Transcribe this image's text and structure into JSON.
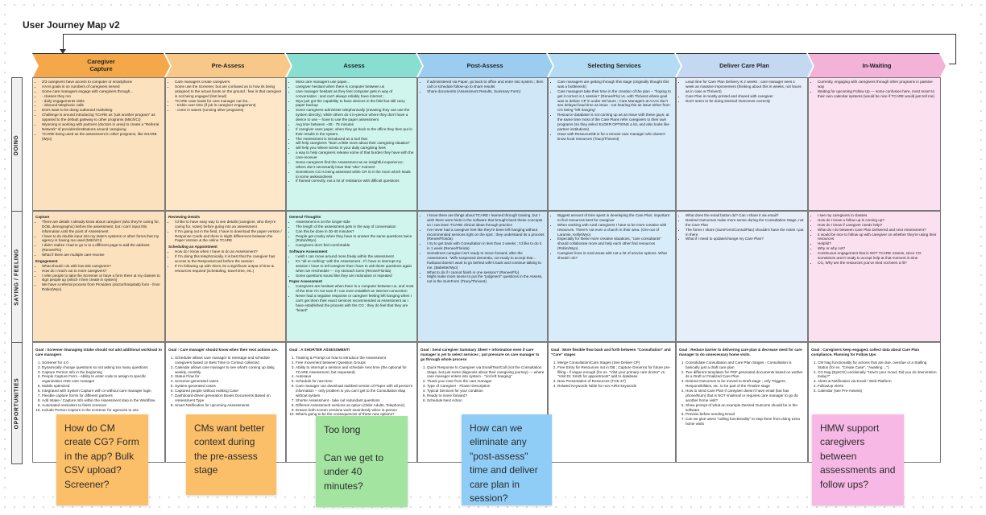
{
  "title": "User Journey Map v2",
  "row_labels": [
    "DOING",
    "SAYING / FEELING",
    "OPPORTUNITIES"
  ],
  "colors": {
    "capture": "#fbe1bd",
    "capture_head": "#f4a84a",
    "preassess": "#fde7c8",
    "preassess_head": "#f8c888",
    "assess": "#cff5ec",
    "assess_head": "#88ded0",
    "postassess": "#cfe7f7",
    "postassess_head": "#9ccdf0",
    "selecting": "#d9ecf9",
    "selecting_head": "#b4dbf4",
    "deliver": "#e6eefa",
    "deliver_head": "#c5d8f2",
    "inwaiting": "#fbe0f0",
    "inwaiting_head": "#f3b2d8"
  },
  "phases": [
    {
      "name": "Caregiver\nCapture",
      "doing": [
        "2/3 caregivers have access to computer or smartphone",
        "AAAs goals is on numbers of caregivers served",
        "Some care managers engage with caregivers through...",
        "- classes they run",
        "- daily engagements visits",
        "- inbound telephonic calls",
        "Don't want to be doing outbound marketing",
        "Challenge is around introducing TCARE as \"just another program\" as opposed to the default gateway to other programs (Mitch/CI)",
        "Wyoming is working with partners (doctors in area) to create a \"Referral Network\" of providers/institutions around caregiving",
        "TCARE being used as the assessment in other programs, like SHARE (Wyo)"
      ],
      "saying": [
        {
          "head": "Capture",
          "items": [
            "There are details I already know about caregiver (who they're caring for, DOB, demographic) before the assessment, but I can't input this information until the point of Assessment",
            "I have to do double input into my state's systems or other forms that my agency is having me used (Mitch/CI)",
            "I didn't realize I had to go in to a different page to add the address (Renee/Flo)",
            "What if there are multiple care-receive"
          ]
        },
        {
          "head": "Engagement",
          "items": [
            "What should I do with low-risk caregivers?",
            "How do I reach out to more caregivers?",
            "I refer people to take the Screener or have a form there at my classes to sign people up (which I then create in system)",
            "We have a referral process from Providers (doctor/hospitals) form - from Robin(Wyo)"
          ]
        }
      ],
      "goal": "Goal : Screener /managing intake should not add additional workload to care managers",
      "opps": [
        "Screener for 4.0",
        "Dynamically change questions so not asking too many questions",
        "Capture Person Info in the beginning",
        "People Capture Form - Ability to enter code to assign to specific organization AND care manager",
        "Mobile optimized",
        "Integrated with System Capture with or without care manager login",
        "Flexible capture forms for different partners",
        "Add Intake / Capture Info within the Assessment step in the Workflow",
        "Automated reminders to finish screener",
        "Include Person Capture in the screener for agencies to use"
      ]
    },
    {
      "name": "Pre-Assess",
      "doing": [
        "Care managers create caregivers",
        "Some use the Screener, but are confused as to how its being assigned to the actual boots on the ground ; fear is that caregiver is not being engaged (lost lead)",
        "TCARE case loads for care manager can be...",
        "- trickle over time (if job is caregiver engagement)",
        "- come in waves (running other programs)"
      ],
      "saying": [
        {
          "head": "Reviewing Details",
          "items": [
            "I'd like to have easy way to see details (caregiver, who they're caring for, notes) before going into an assessment",
            "If I'm going out in the field, I have to download the paper version / Response Cards and there is slight differences between the Paper Version & the online TCARE"
          ]
        },
        {
          "head": "Scheduling an Appointment",
          "items": [
            "How do I know when I have to do an Assessment?",
            "If I'm doing this telephonically, it is best that the caregiver has access to the ResponseCard before the session",
            "If I'm following up with client, its a significant output of time & resources required (scheduling, travel time, etc.)"
          ]
        }
      ],
      "goal": "Goal : Care manager should know when their next actions are.",
      "opps": [
        "Scheduler allows care manager to message and schedule caregivers based on Best Time to Contact collected",
        "Calendar allows care manager to see what's coming up daily, weekly, monthly",
        "Status Flow for",
        "Screener-generated cases",
        "System-generated cases",
        "Captured people without existing Case",
        "Dashboard-driven generation Boxes Documents Based on Assessment Type",
        "Smart Notification for upcoming Assessments"
      ]
    },
    {
      "name": "Assess",
      "doing": [
        "Most care managers use paper...",
        "caregiver hesitant when there is computer between us",
        "care manager hesitant as they feel computer gets in way of conversation ; and can't always reliably have internet ;",
        "Wyo just got the capability to have devices in the field but still carry paper backup",
        "Some caregivers administer telephonically (meaning they can use the system directly), while others do it in-person where they don't have a device to use -- have to use the paper assessment",
        "Avg time between ~35 - 75 minutes",
        "If caregiver uses paper, when they go back to the office they then put in their results in the system.",
        "The Assessment is introduced as a tool that",
        "will help caregivers \"learn a little more about their caregiving situation\"",
        "will help you relieve stress in your daily caregiving lives",
        "a way to help caregivers release some of that burden they have with the care-receiver",
        "Some caregivers find the Assessment as an insightful experience; others don't necessarily have that \"aha\" moment",
        "Sometimes CG is being assessed while CR is in the room which leads to some awkwardness",
        "If framed correctly, not a lot of resistance with difficult questions"
      ],
      "saying": [
        {
          "head": "General Thoughts",
          "items": [
            "Assessment is on the longer-side",
            "The length of the assessment gets in the way of conversation",
            "Can this be done in 30-40 minutes?",
            "People get cranky when they have to answer the same questions twice (Robin/Wyo)",
            "Caregivers don't feel comfortable"
          ]
        },
        {
          "head": "Software Assessment",
          "items": [
            "I wish I can move around more freely within the assessment",
            "It's \"all-or-nothing\" with the Assessment ; If I have to interrupt my session I have to tell caregiver that I have to ask these questions again when we reschedule --- my stomach turns (Renee/Florida)",
            "Some questions sound like they are redundant or repeated"
          ]
        },
        {
          "head": "Paper Assessment",
          "items": [
            "Caregivers are hesitant when there is a computer between us, and most of the time I'm not sure if I can even establish an internet connection",
            "Never had a negative response or caregiver feeling left hanging when I can't get them their exact services recommended at Assessment as I have established the process with the CG ; they do feel that they are \"heard\""
          ]
        }
      ],
      "goal": "Goal : A SHORTER ASSESSMENT!",
      "opps": [
        "Training & Prompt on how to introduce the Assessment",
        "Free movement between Question Groups",
        "Ability to interrupt a session and schedule next time (the optional for TCARE Assessment, but requested)",
        "Autosave",
        "Schedule for next time",
        "Care manager can download stubbed version of Paper with all person's information -- only problem is you can't get to the Consultation Map without system",
        "Shorter Assessment - take out redundant questions",
        "Different Assessment versions as option (Older Adults, Telephonic)",
        "Ensure both screen versions work seamlessly when in-person",
        "What's going to be the consequences of these new options?"
      ]
    },
    {
      "name": "Post-Assess",
      "doing": [
        "If administered via Paper, go back to office and enter into system ; then call or schedule follow-up to share results",
        "Share documents (Assessment Results, Summary Form)"
      ],
      "saying": [
        {
          "head": "",
          "items": [
            "I know there are things about TCARE I learned through training, but I wish there were hints in the software that brought back these concepts so I can learn TCARE clinical ideas through practice",
            "I've never had a caregiver feel like they're been left-hanging without recommended services right on the spot ; they understand its a process (Renee/Florida)",
            "I try to get back with Consultation in less than 2 weeks ; I'd like to do it in 1 week (Renee/Florida)",
            "Sometimes caregiver isn't ready to move forward, after the Assessment. \"Wife suspected dementia, not ready to accept that... husband doesn't want to go behind wife's back and continue talking to me. (Babette/Wyo)",
            "What to do if I cannot finish in one session? (Renee/Flo)",
            "Might make more sense to put the \"judgment\" questions in the Assess, not in the SumForm (Tracy/Thrivent)"
          ]
        }
      ],
      "goal": "Goal : Send caregiver Summary Sheet + information even if care manager is yet to select services ; put pressure on care manager to go through whole process",
      "opps": [
        "Quick Response to Caregiver via Email/Text/Call (not the Consultation Stage, but just some diagnosis about their caregiving journey) --- where care manager enters into system - \"not left hanging\"",
        "Thank you! note from the care manager",
        "Type of Caregiver - Flower Description",
        "Typical Services for your condition",
        "Ready to move forward?",
        "Schedule Next Action"
      ]
    },
    {
      "name": "Selecting Services",
      "doing": [
        "Care managers are getting through this stage (originally thought this was a bottleneck)",
        "Care managers take their time in the creation of the plan -- \"hoping to get it correct in 1 session\" (Renee/Flo) vs. with Thrivent where goal was to deliver CP in under 48 hours ; Care Managers at AAAs don't see delayed lead time as issue - not hearing this as issue either from CG being \"left hanging\"",
        "Resource database is not coming up as an issue with these guys; at the same time most of the Care Plans refer caregivers to their own programs (so they select ELDER OPTIONS a lot, and also looks like partner institutions)",
        "Issue with ResourceDB is for a remote care manager who doesn't know local resources (Tracy/Thrivent)"
      ],
      "saying": [
        {
          "head": "",
          "items": [
            "Biggest amount of time spent in developing the Care Plan; important to find resources best for caregiver",
            "When working with rural caregivers I have to be more creative with resources. There's not even a church in their area. (Ore-out of Laramie, Kelly/Wyo)",
            "Especially for these more creative situations, \"care consultants\" should collaborate more and help each other find resources (Robin/Wyo)",
            "Caregiver lives in rural areas with not a lot of service options. What should I do?"
          ]
        }
      ],
      "goal": "Goal : More flexible flow back and forth between \"Consultation\" and \"Care\" stages",
      "opps": [
        "Merge Consultation/Care Stages (See Deliver CP)",
        "Free Entry for Resources not in DB ; Capture Generics for future pre-filling - if vague enough (for ex. \"Visit your primary care doctor\" vs. \"Visit Dr. Smith for appointment\" add to database",
        "New Presentation of Resources (TCE-47)",
        "Related Keywords Table for non-AIRS keywords"
      ]
    },
    {
      "name": "Deliver Care Plan",
      "doing": [
        "Lead time for Care Plan Delivery is 2 weeks ; care manager sees 1 week as massive improvement (thinking about this in weeks, not hours as in case w Thrivent)",
        "Care Plan is mostly printed and shared with caregiver",
        "Don't seem to be doing Desired Outcomes correctly"
      ],
      "saying": [
        {
          "head": "",
          "items": [
            "What does the email button do? Can I share it via email?",
            "Desired Outcomes make more sense during the Consultation Stage, not the Care Plan",
            "The forms I share (SumForm/ConsulPlan) shouldn't have the notes I put in there",
            "What if I need to update/change my Care Plan?"
          ]
        }
      ],
      "goal": "Goal : Reduce barrier to delivering care plan & decrease need for care manager to do unnecessary home visits.",
      "opps": [
        "Consolidate Consultation and Care Plan Stages - Consultation is basically just a draft care plan",
        "Two different templates for PDF generated documents based on wether its a Draft or Finalized Care Plan",
        "Desired Outcomes to be moved to Draft stage ; only Triggers, Responsibilities, etc. to be part of the Finalize stage",
        "How to send Care Plan if caregiver doesn't have email (but has phone/Num) that is NOT snailmail or requires care manager to go do another home visit?",
        "Show prompt of what an example Desired Outcome should be in the software",
        "Preview before sending Email",
        "Can we give users \"calling functionality\" to stop them from doing extra home visits"
      ]
    },
    {
      "name": "In-Waiting",
      "doing": [
        "Currently, engaging with caregivers through other programs in passive way",
        "Waiting for upcoming Follow Up --- some confusion here, most resort to their own calendar systems (would be nice if TCARE would just tell me)"
      ],
      "saying": [
        {
          "head": "",
          "items": [
            "I see my caregivers in classes",
            "How do I know a follow up is coming up?",
            "How do I know if caregiver needs help?",
            "What do I do between Care Plan Delivered and next Assessment?",
            "It would be nice to follow up with caregiver on whether they're using their resources",
            "Helpful?",
            "Why or why not?",
            "Continuous engagement that is NOT TCARE Assess, since CG sometimes aren't ready to accept help at that moment in time",
            "CG, Why are the resources you've tried not been a fit?"
          ]
        }
      ],
      "goal": "Goal : Caregivers keep engaged, collect data about Care Plan compliance, Planning for Follow Ups",
      "opps": [
        "CM Nag functionality for actions that are due, overdue or a Stalling Status (for ex. \"Create Case\", \"Awaiting ...\")",
        "CG Nag (EpsCG) uncitionally \"How's your mood, Did you do intervention today?\"",
        "Alerts & Notification via Email / Web Platform",
        "FollowUp Alerts",
        "Calendar (see Pre-Assess)"
      ]
    }
  ],
  "stickies": [
    {
      "text": "How do CM create CG? Form in the app? Bulk CSV upload? Screener?",
      "color": "#fbbf6a"
    },
    {
      "text": "CMs want better context during the pre-assess stage",
      "color": "#fbbf6a"
    },
    {
      "text": "Too long\n\nCan we get to under 40 minutes?",
      "color": "#a3e4a0"
    },
    {
      "text": "How can we eliminate any \"post-assess\" time and deliver care plan in session?",
      "color": "#8fcdf7"
    },
    {
      "text": "HMW support caregivers between assessments and follow ups?",
      "color": "#f7b8e6"
    }
  ]
}
